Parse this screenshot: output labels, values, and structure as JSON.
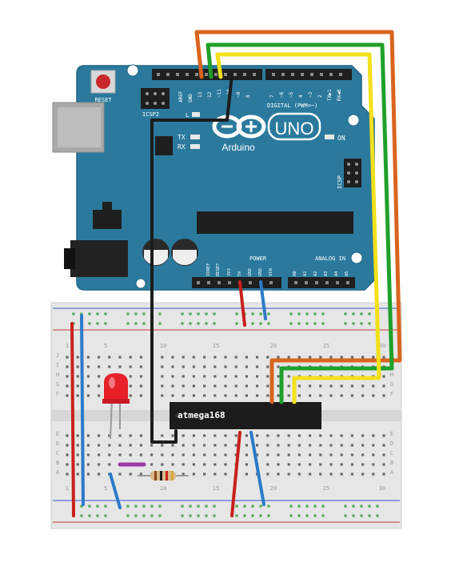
{
  "arduino": {
    "brand": "Arduino",
    "model": "UNO",
    "reset_label": "RESET",
    "icsp2_label": "ICSP2",
    "icsp_label": "ICSP",
    "tx_label": "TX",
    "rx_label": "RX",
    "on_label": "ON",
    "l_label": "L",
    "digital_label": "DIGITAL (PWM=~)",
    "power_label": "POWER",
    "analog_label": "ANALOG IN",
    "aref_label": "AREF",
    "gnd_label": "GND",
    "digital_pins": [
      "13",
      "12",
      "~11",
      "~10",
      "~9",
      "8",
      "7",
      "~6",
      "~5",
      "4",
      "~3",
      "2",
      "TX▶1",
      "RX◀0"
    ],
    "power_pins": [
      "IOREF",
      "RESET",
      "3V3",
      "5V",
      "GND",
      "GND",
      "VIN"
    ],
    "analog_pins": [
      "A0",
      "A1",
      "A2",
      "A3",
      "A4",
      "A5"
    ],
    "board_color": "#2b7a9e"
  },
  "breadboard": {
    "row_letters_top": [
      "J",
      "I",
      "H",
      "G",
      "F"
    ],
    "row_letters_bottom": [
      "E",
      "D",
      "C",
      "B",
      "A"
    ],
    "column_numbers": [
      "1",
      "5",
      "10",
      "15",
      "20",
      "25",
      "30"
    ]
  },
  "chip": {
    "label": "atmega168"
  },
  "wire_colors": {
    "orange": "#d9641e",
    "green": "#1fa02a",
    "yellow": "#f2e01a",
    "black": "#1c1c1c",
    "red": "#c8201c",
    "blue": "#2a7ac8"
  }
}
